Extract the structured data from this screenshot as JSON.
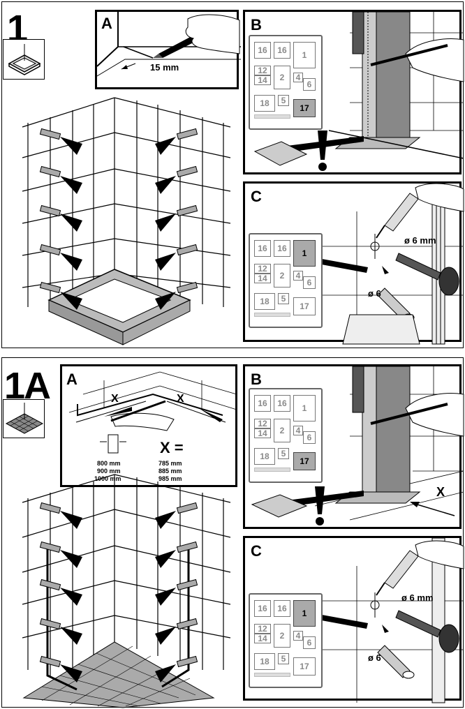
{
  "step1": {
    "number": "1",
    "panel_a": {
      "letter": "A",
      "measure": "15 mm"
    },
    "panel_b": {
      "letter": "B",
      "highlight_part": "17"
    },
    "panel_c": {
      "letter": "C",
      "drill": "ø 6 mm",
      "plug": "ø 6",
      "highlight_part": "1"
    }
  },
  "step1a": {
    "number": "1A",
    "panel_a": {
      "letter": "A",
      "x_label": "X",
      "x_equals": "X =",
      "widths": [
        "800 mm",
        "900 mm",
        "1000 mm"
      ],
      "x_values": [
        "785 mm",
        "885 mm",
        "985 mm"
      ]
    },
    "panel_b": {
      "letter": "B",
      "highlight_part": "17",
      "x_label": "X"
    },
    "panel_c": {
      "letter": "C",
      "drill": "ø 6 mm",
      "plug": "ø 6",
      "highlight_part": "1"
    }
  },
  "parts_card": {
    "row1": [
      "16",
      "16",
      "1"
    ],
    "row2a": "12",
    "row2b": "14",
    "row2c": "2",
    "row2d": "4",
    "row2e": "6",
    "row3a": "18",
    "row3b": "5",
    "row3c": "17"
  },
  "icons": [
    "tray-icon",
    "tile-floor-icon",
    "exclamation-icon",
    "silicone-gun-icon",
    "drill-icon",
    "wall-plug-icon",
    "pencil-icon",
    "hand-icon"
  ]
}
